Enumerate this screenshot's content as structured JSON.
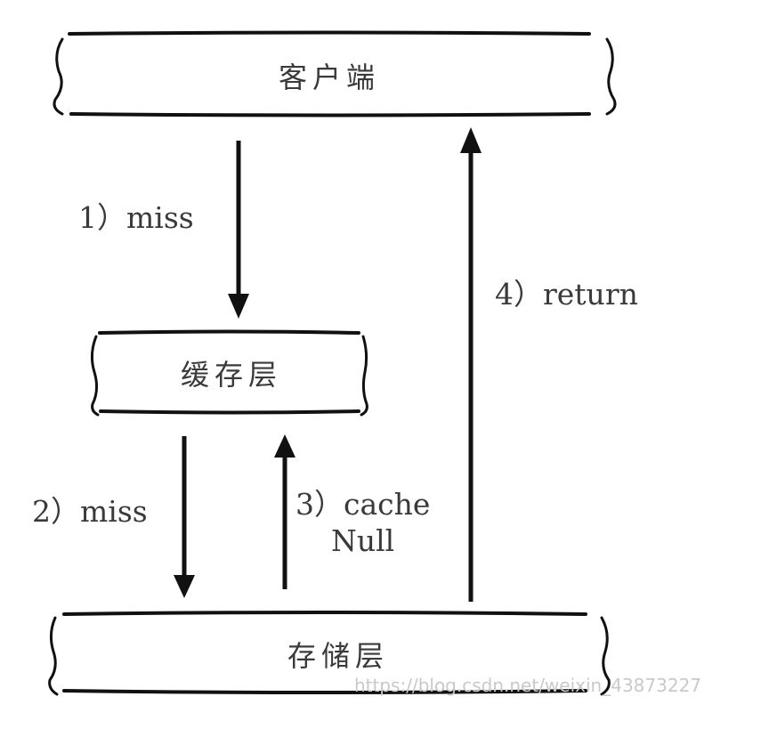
{
  "boxes": {
    "client": {
      "label": "客户端"
    },
    "cache": {
      "label": "缓存层"
    },
    "storage": {
      "label": "存储层"
    }
  },
  "arrows": {
    "step1": {
      "label": "1）miss"
    },
    "step2": {
      "label": "2）miss"
    },
    "step3": {
      "label_line1": "3）cache",
      "label_line2": "Null"
    },
    "step4": {
      "label": "4）return"
    }
  },
  "watermark": "https://blog.csdn.net/weixin_43873227",
  "colors": {
    "ink": "#111111",
    "text": "#3a3a3a",
    "watermark": "#c9c9c9"
  }
}
